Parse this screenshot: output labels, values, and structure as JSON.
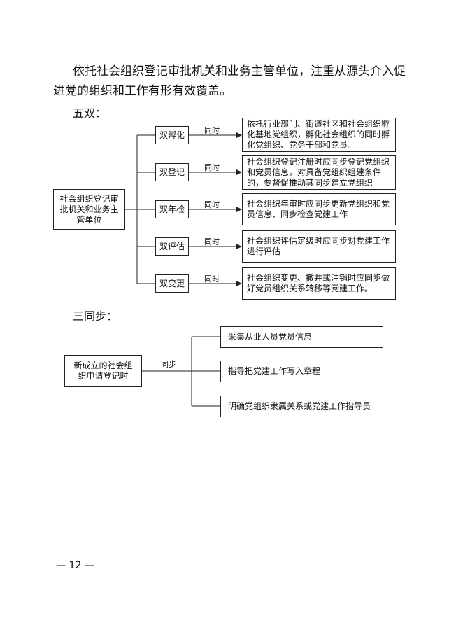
{
  "intro": {
    "line1": "依托社会组织登记审批机关和业务主管单位，注重从源头介入促",
    "line2": "进党的组织和工作有形有效覆盖。"
  },
  "section1": {
    "heading": "五双：",
    "source": "社会组织登记审批机关和业务主管单位",
    "connector": "同时",
    "items": [
      {
        "label": "双孵化",
        "desc": "依托行业部门、街道社区和社会组织孵化基地党组织，孵化社会组织的同时孵化党组织、党务干部和党员。"
      },
      {
        "label": "双登记",
        "desc": "社会组织登记注册时应同步登记党组织和党员信息，对具备党组织组建条件的，要督促推动其同步建立党组织"
      },
      {
        "label": "双年检",
        "desc": "社会组织年审时应同步更新党组织和党员信息、同步检查党建工作"
      },
      {
        "label": "双评估",
        "desc": "社会组织评估定级时应同步对党建工作进行评估"
      },
      {
        "label": "双变更",
        "desc": "社会组织变更、撤并或注销时应同步做好党员组织关系转移等党建工作。"
      }
    ]
  },
  "section2": {
    "heading": "三同步：",
    "source": "新成立的社会组织申请登记时",
    "connector": "同步",
    "items": [
      {
        "desc": "采集从业人员党员信息"
      },
      {
        "desc": "指导把党建工作写入章程"
      },
      {
        "desc": "明确党组织隶属关系或党建工作指导员"
      }
    ]
  },
  "footer": {
    "page_number": "— 12 —"
  }
}
